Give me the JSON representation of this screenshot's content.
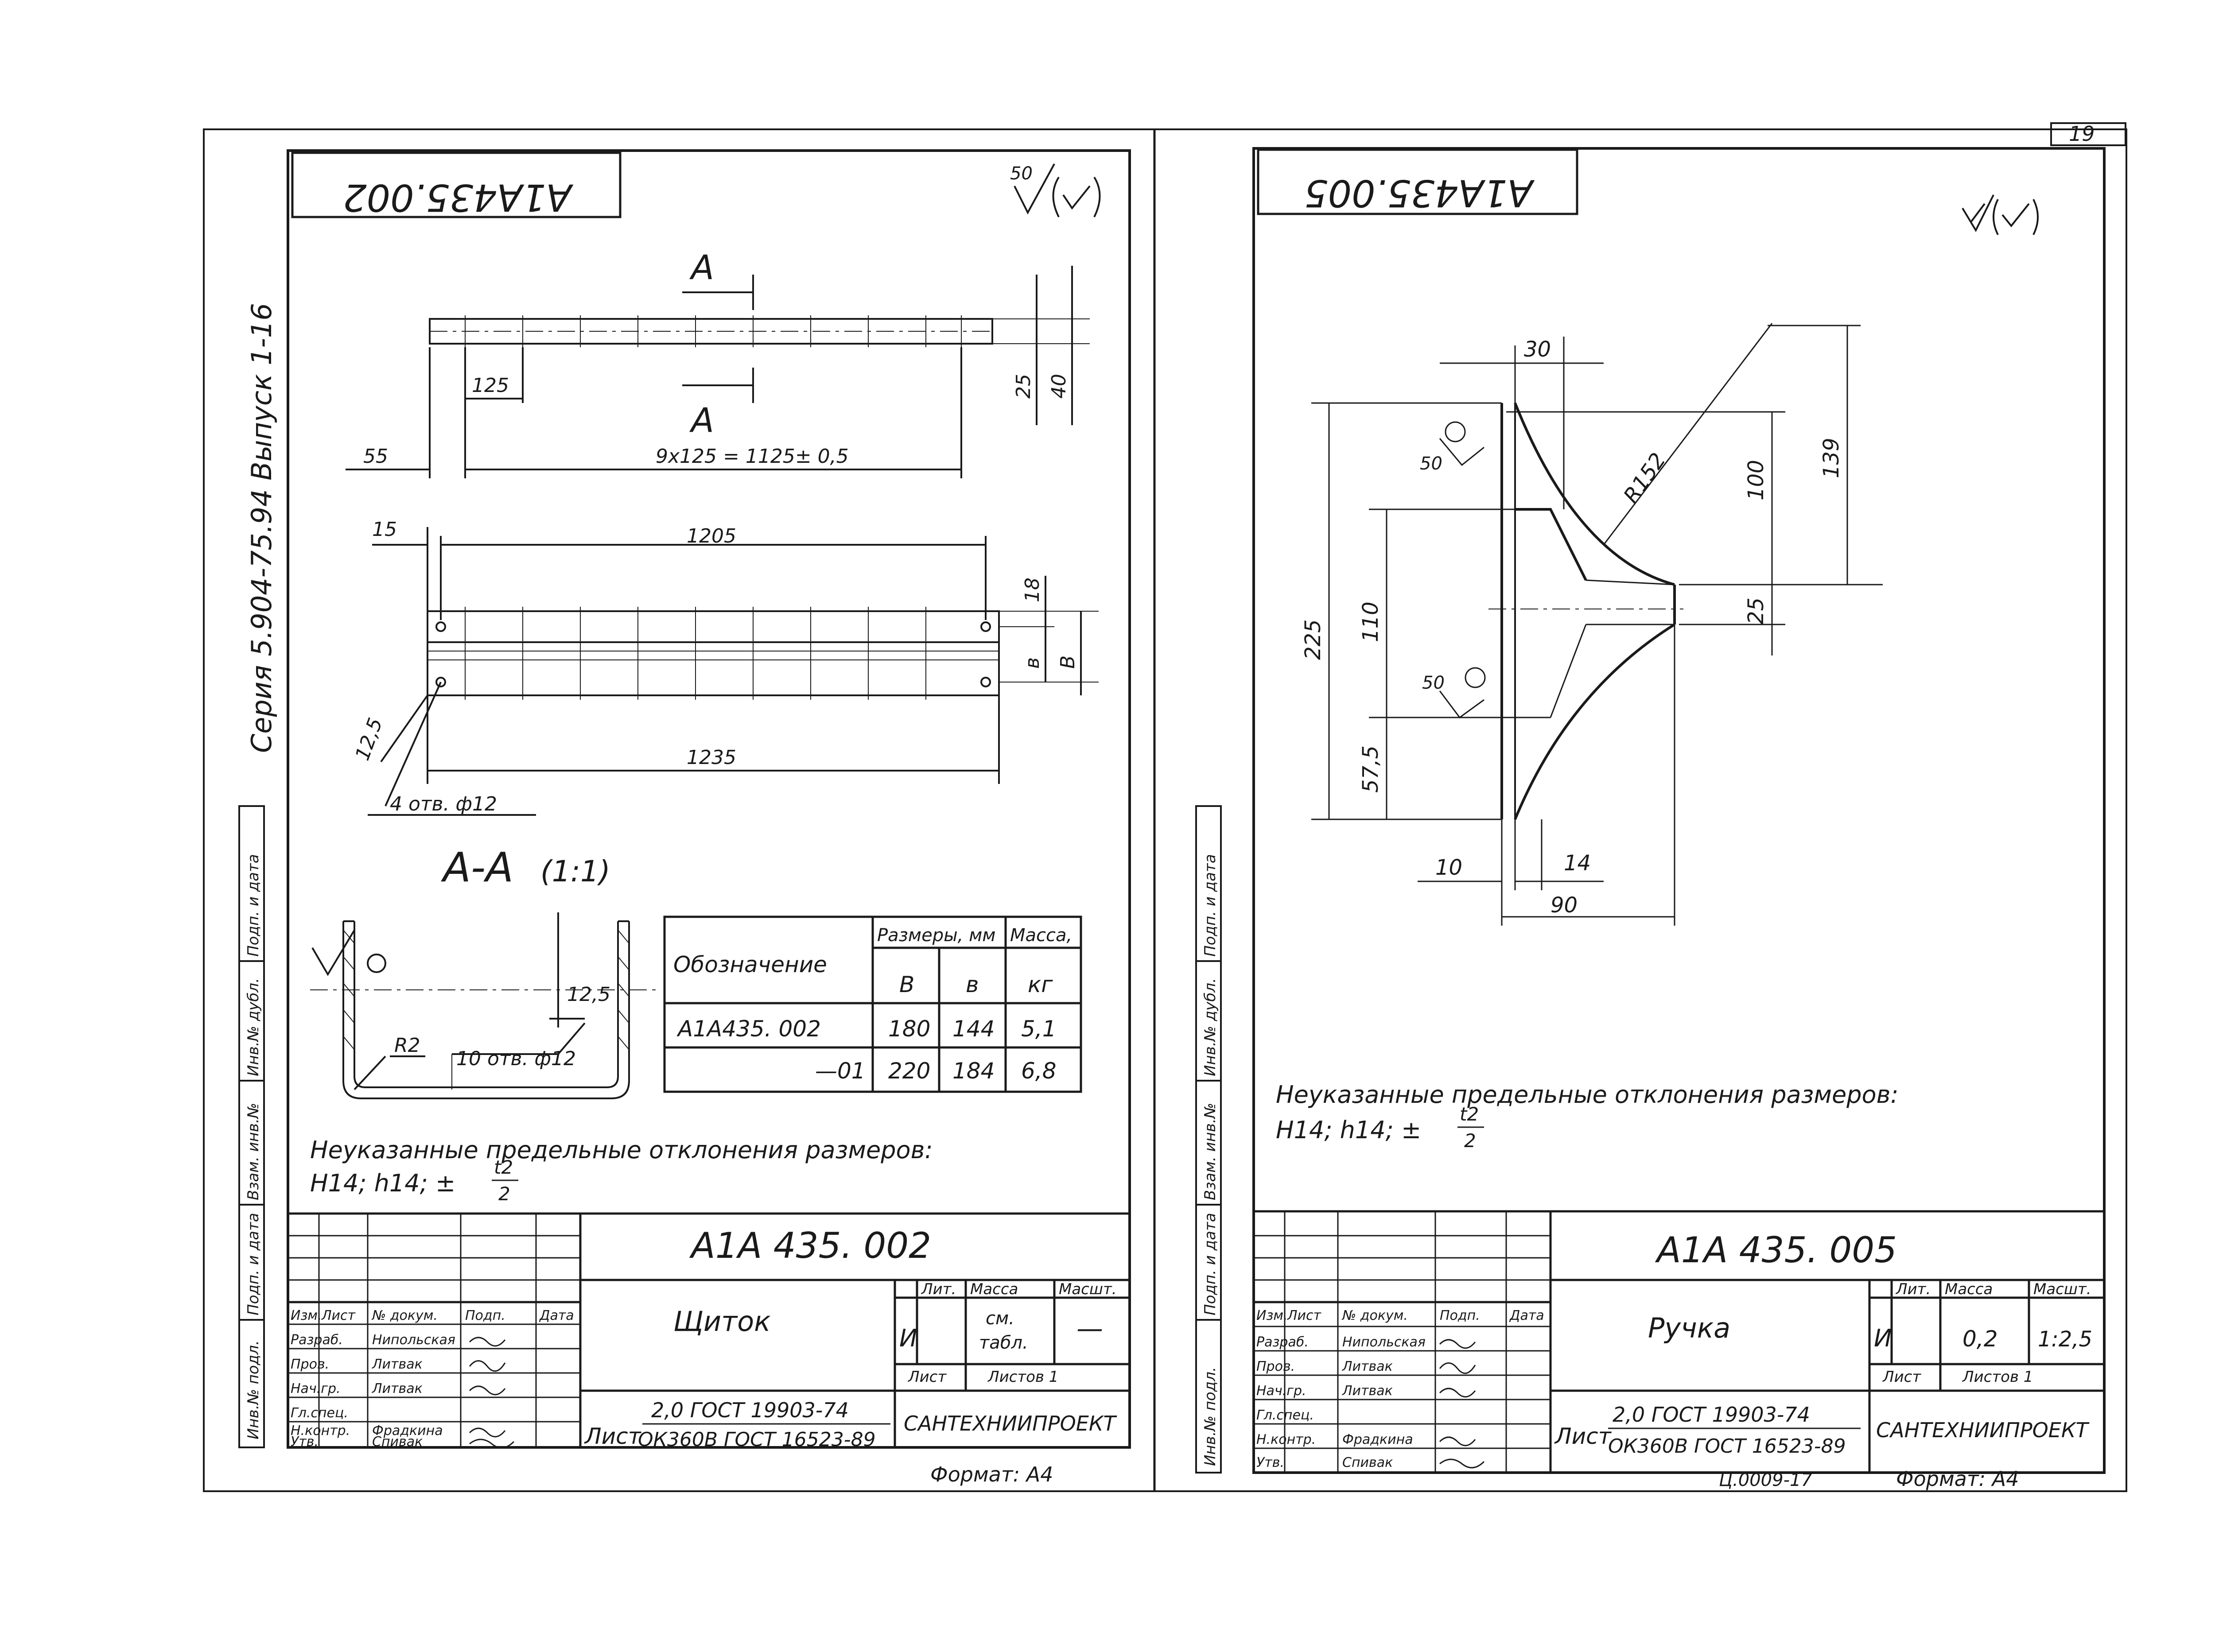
{
  "page_number": "19",
  "series_label": "Серия 5.904-75.94 Выпуск 1-16",
  "margin_labels": [
    "Подп. и дата",
    "Инв.№ дубл.",
    "Взам. инв.№",
    "Подп. и дата",
    "Инв.№ подл."
  ],
  "left": {
    "stamp_code": "А1А435.002",
    "roughness": "50",
    "section_letter": "А",
    "dims": {
      "d125": "125",
      "d55": "55",
      "d9x125": "9x125 = 1125± 0,5",
      "d25": "25",
      "d40": "40",
      "d15": "15",
      "d1205": "1205",
      "d18": "18",
      "db": "в",
      "dB": "В",
      "d12_5": "12,5",
      "d1235": "1235",
      "holes4": "4 отв. ф12"
    },
    "section": {
      "title": "А-А",
      "scale": "(1:1)",
      "r2": "R2",
      "holes10": "10 отв. ф12",
      "d12_5": "12,5"
    },
    "table": {
      "col_designation": "Обозначение",
      "col_sizes": "Размеры, мм",
      "col_mass": "Масса,",
      "sub_B": "В",
      "sub_b": "в",
      "sub_kg": "кг",
      "rows": [
        [
          "А1А435. 002",
          "180",
          "144",
          "5,1"
        ],
        [
          "—01",
          "220",
          "184",
          "6,8"
        ]
      ]
    },
    "note_line1": "Неуказанные предельные отклонения размеров:",
    "note_line2": "Н14; h14; ±",
    "note_frac_num": "t2",
    "note_frac_den": "2",
    "title_block": {
      "code": "А1А 435. 002",
      "name": "Щиток",
      "lit_label": "Лит.",
      "mass_label": "Масса",
      "scale_label": "Масшт.",
      "lit_value": "И",
      "mass_value_1": "см.",
      "mass_value_2": "табл.",
      "scale_value": "—",
      "sheet_label": "Лист",
      "sheets_label": "Листов 1",
      "material_prefix": "Лист",
      "material_line1": "2,0 ГОСТ 19903-74",
      "material_line2": "ОК360В ГОСТ 16523-89",
      "org": "САНТЕХНИИПРОЕКТ",
      "roles": [
        "Изм.",
        "Лист",
        "№ докум.",
        "Подп.",
        "Дата"
      ],
      "people": [
        [
          "Разраб.",
          "Нипольская"
        ],
        [
          "Пров.",
          "Литвак"
        ],
        [
          "Нач.гр.",
          "Литвак"
        ],
        [
          "Гл.спец.",
          ""
        ],
        [
          "Н.контр.",
          "Фрадкина"
        ],
        [
          "Утв.",
          "Спивак"
        ]
      ],
      "format": "Формат: А4"
    }
  },
  "right": {
    "stamp_code": "А1А435.005",
    "dims": {
      "d30": "30",
      "r152": "R152",
      "d100": "100",
      "d139": "139",
      "d25": "25",
      "d225": "225",
      "d110": "110",
      "d57_5": "57,5",
      "d10": "10",
      "d14": "14",
      "d90": "90",
      "rough50a": "50",
      "rough50b": "50"
    },
    "note_line1": "Неуказанные предельные отклонения размеров:",
    "note_line2": "Н14; h14; ±",
    "note_frac_num": "t2",
    "note_frac_den": "2",
    "title_block": {
      "code": "А1А 435. 005",
      "name": "Ручка",
      "lit_label": "Лит.",
      "mass_label": "Масса",
      "scale_label": "Масшт.",
      "lit_value": "И",
      "mass_value": "0,2",
      "scale_value": "1:2,5",
      "sheet_label": "Лист",
      "sheets_label": "Листов 1",
      "material_prefix": "Лист",
      "material_line1": "2,0 ГОСТ 19903-74",
      "material_line2": "ОК360В ГОСТ 16523-89",
      "org": "САНТЕХНИИПРОЕКТ",
      "roles": [
        "Изм.",
        "Лист",
        "№ докум.",
        "Подп.",
        "Дата"
      ],
      "people": [
        [
          "Разраб.",
          "Нипольская"
        ],
        [
          "Пров.",
          "Литвак"
        ],
        [
          "Нач.гр.",
          "Литвак"
        ],
        [
          "Гл.спец.",
          ""
        ],
        [
          "Н.контр.",
          "Фрадкина"
        ],
        [
          "Утв.",
          "Спивак"
        ]
      ],
      "format": "Формат: А4"
    },
    "stamp_number": "Ц.0009-17"
  }
}
